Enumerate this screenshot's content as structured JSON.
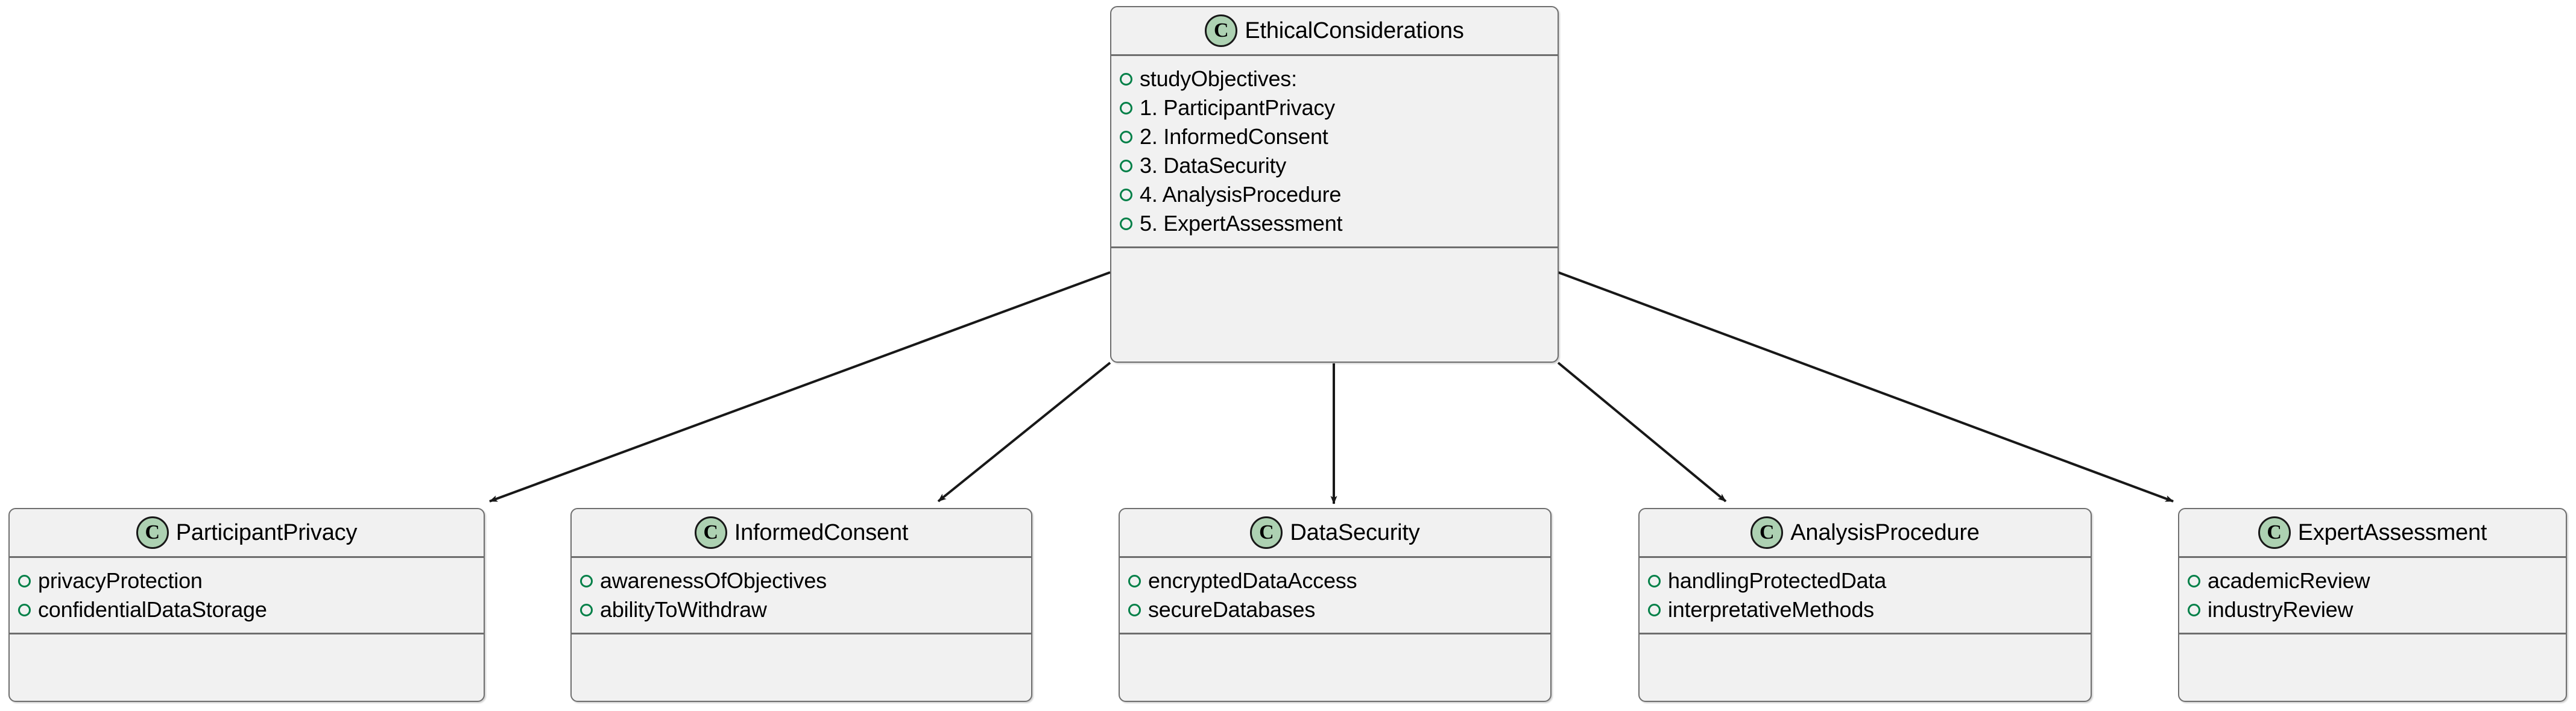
{
  "diagram": {
    "type": "uml-class-diagram",
    "background_color": "#FFFFFF",
    "class_box_fill": "#F1F1F1",
    "class_box_border": "#6E6E6E",
    "class_icon_fill": "#ADD1B2",
    "field_marker_color": "#038048",
    "edge_color": "#181818",
    "icon_letter": "C"
  },
  "root": {
    "name": "EthicalConsiderations",
    "icon": "class-icon-C",
    "fields": [
      "studyObjectives:",
      "1. ParticipantPrivacy",
      "2. InformedConsent",
      "3. DataSecurity",
      "4. AnalysisProcedure",
      "5. ExpertAssessment"
    ]
  },
  "children": [
    {
      "name": "ParticipantPrivacy",
      "icon": "class-icon-C",
      "fields": [
        "privacyProtection",
        "confidentialDataStorage"
      ]
    },
    {
      "name": "InformedConsent",
      "icon": "class-icon-C",
      "fields": [
        "awarenessOfObjectives",
        "abilityToWithdraw"
      ]
    },
    {
      "name": "DataSecurity",
      "icon": "class-icon-C",
      "fields": [
        "encryptedDataAccess",
        "secureDatabases"
      ]
    },
    {
      "name": "AnalysisProcedure",
      "icon": "class-icon-C",
      "fields": [
        "handlingProtectedData",
        "interpretativeMethods"
      ]
    },
    {
      "name": "ExpertAssessment",
      "icon": "class-icon-C",
      "fields": [
        "academicReview",
        "industryReview"
      ]
    }
  ],
  "edges": [
    {
      "from": "EthicalConsiderations",
      "to": "ParticipantPrivacy"
    },
    {
      "from": "EthicalConsiderations",
      "to": "InformedConsent"
    },
    {
      "from": "EthicalConsiderations",
      "to": "DataSecurity"
    },
    {
      "from": "EthicalConsiderations",
      "to": "AnalysisProcedure"
    },
    {
      "from": "EthicalConsiderations",
      "to": "ExpertAssessment"
    }
  ]
}
